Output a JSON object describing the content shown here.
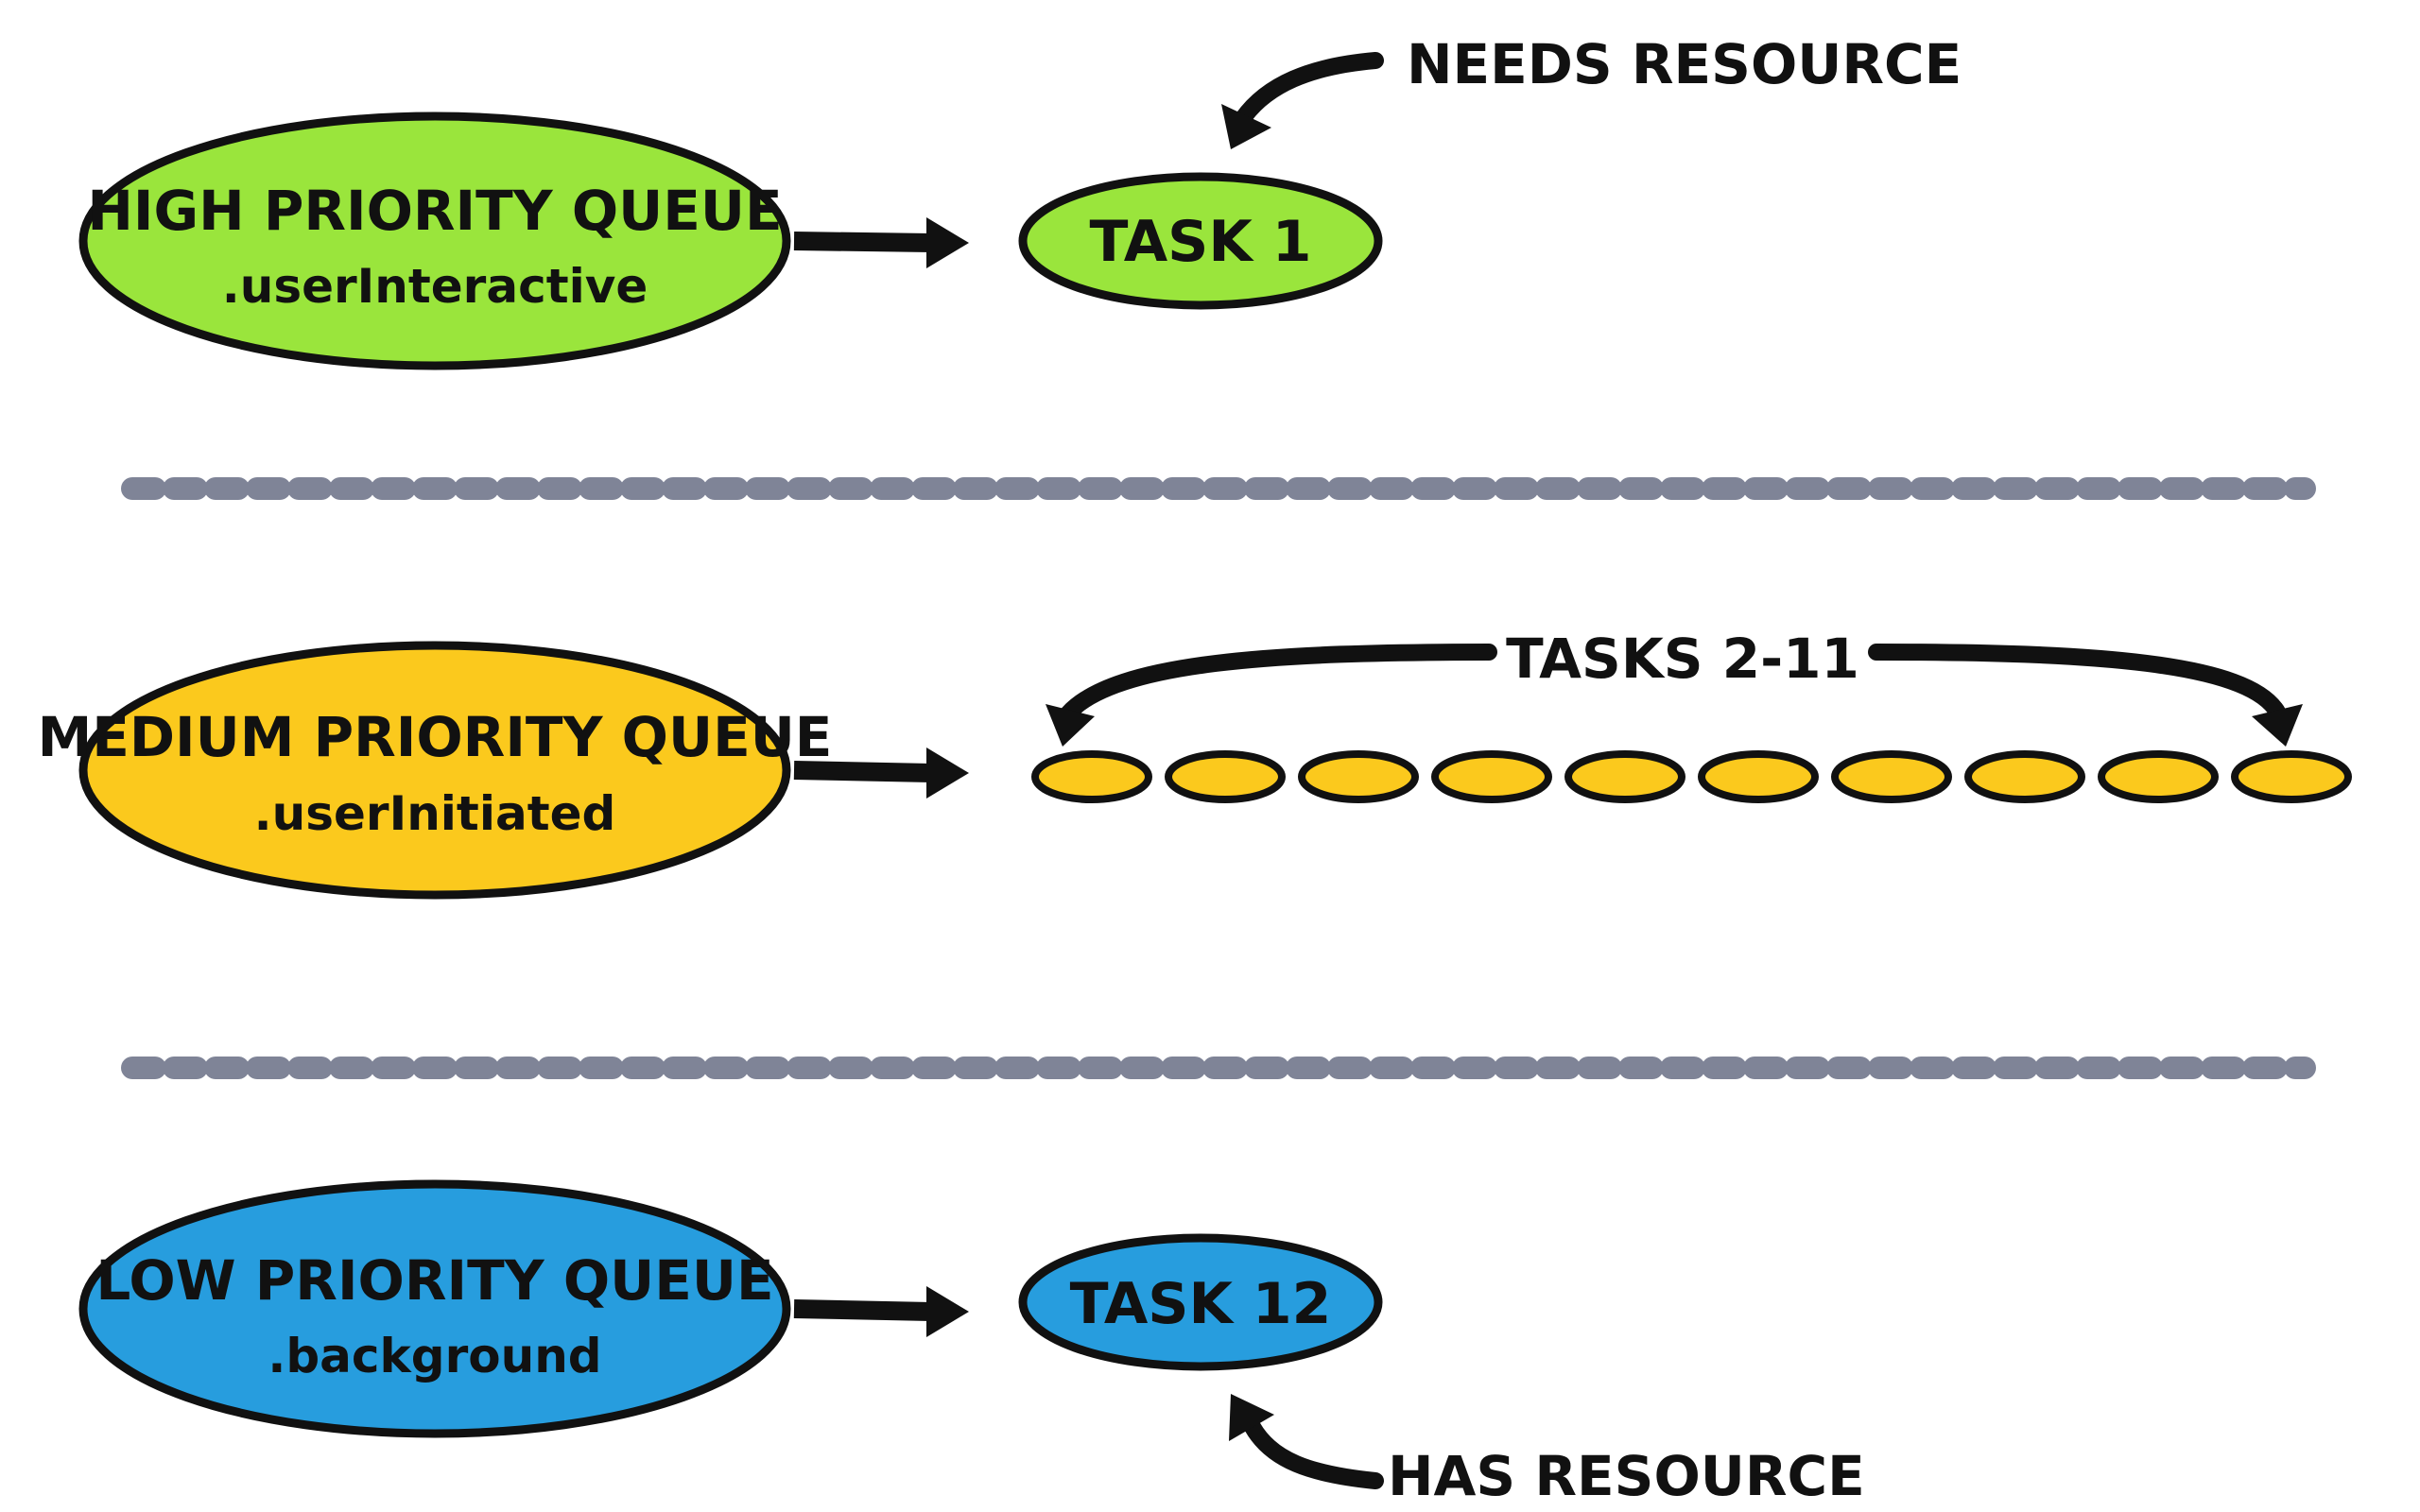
{
  "queues": [
    {
      "label": "HIGH PRIORITY QUEUE",
      "qos": ".userInteractive",
      "color": "#9ae53c"
    },
    {
      "label": "MEDIUM PRIORITY QUEUE",
      "qos": ".userInitiated",
      "color": "#fbc91d"
    },
    {
      "label": "LOW PRIORITY QUEUE",
      "qos": ".background",
      "color": "#279dde"
    }
  ],
  "tasks": {
    "high": "TASK 1",
    "medium_range": "TASKS 2-11",
    "medium_count": 10,
    "low": "TASK 12"
  },
  "annotations": {
    "needs_resource": "NEEDS RESOURCE",
    "has_resource": "HAS RESOURCE"
  },
  "colors": {
    "outline": "#111111",
    "separator": "#7f8497",
    "background": "#ffffff"
  }
}
